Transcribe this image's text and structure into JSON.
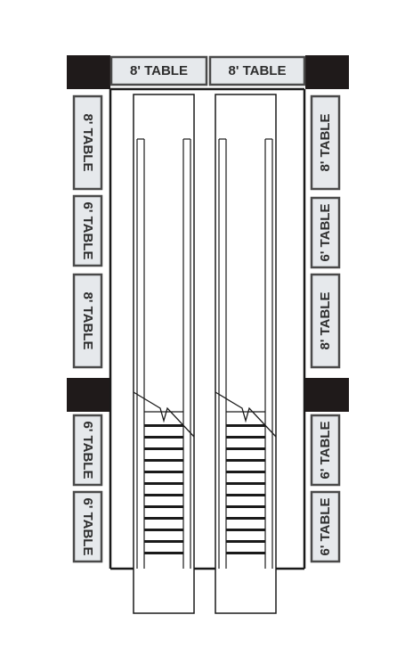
{
  "tables": {
    "top": [
      {
        "label": "8' TABLE"
      },
      {
        "label": "8' TABLE"
      }
    ],
    "left": [
      {
        "label": "8' TABLE"
      },
      {
        "label": "6' TABLE"
      },
      {
        "label": "8' TABLE"
      },
      {
        "label": "6' TABLE"
      },
      {
        "label": "6' TABLE"
      }
    ],
    "right": [
      {
        "label": "8' TABLE"
      },
      {
        "label": "6' TABLE"
      },
      {
        "label": "8' TABLE"
      },
      {
        "label": "6' TABLE"
      },
      {
        "label": "6' TABLE"
      }
    ]
  },
  "colors": {
    "table_fill": "#e6e9ec",
    "table_border": "#4a4a4a",
    "pillar": "#1f1a1a",
    "lines": "#1a1a1a"
  }
}
